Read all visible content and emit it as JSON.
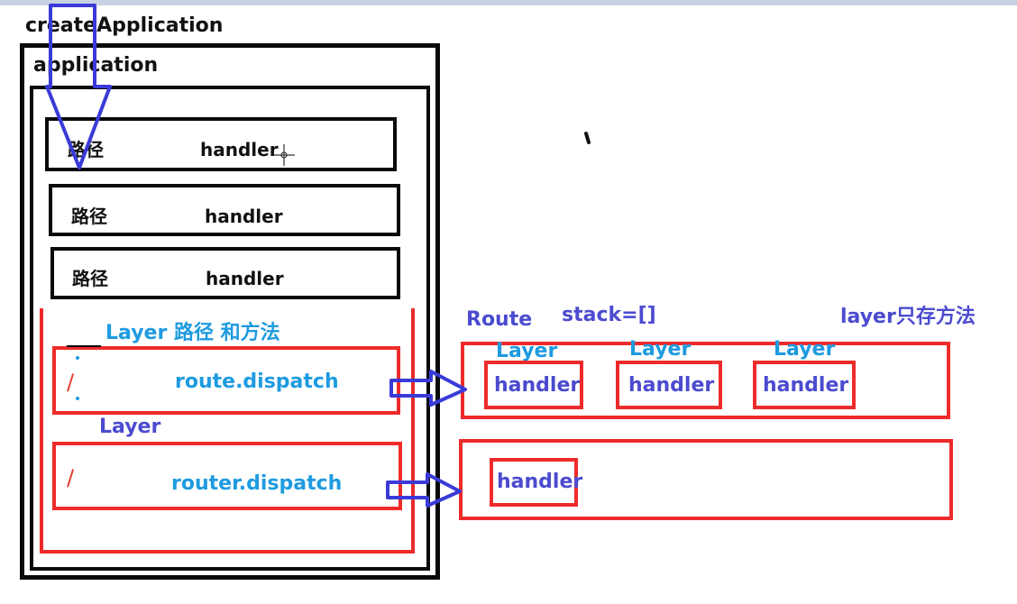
{
  "diagram": {
    "title": "createApplication",
    "application_label": "application",
    "router_rows": [
      {
        "path": "路径",
        "handler": "handler"
      },
      {
        "path": "路径",
        "handler": "handler"
      },
      {
        "path": "路径",
        "handler": "handler"
      }
    ],
    "layer_caption": "Layer 路径 和方法",
    "layer_label": "Layer",
    "layers": [
      {
        "path": "/",
        "dispatch": "route.dispatch"
      },
      {
        "path": "/",
        "dispatch": "router.dispatch"
      }
    ],
    "route_label": "Route",
    "stack_label": "stack=[]",
    "note": "layer只存方法",
    "route_layers": [
      {
        "label": "Layer",
        "handler": "handler"
      },
      {
        "label": "Layer",
        "handler": "handler"
      },
      {
        "label": "Layer",
        "handler": "handler"
      }
    ],
    "second_route_handler": "handler"
  },
  "colors": {
    "black": "#0a0a0a",
    "red": "#ee2b2b",
    "cyan": "#1e9be0",
    "blue": "#4b4bd0"
  }
}
